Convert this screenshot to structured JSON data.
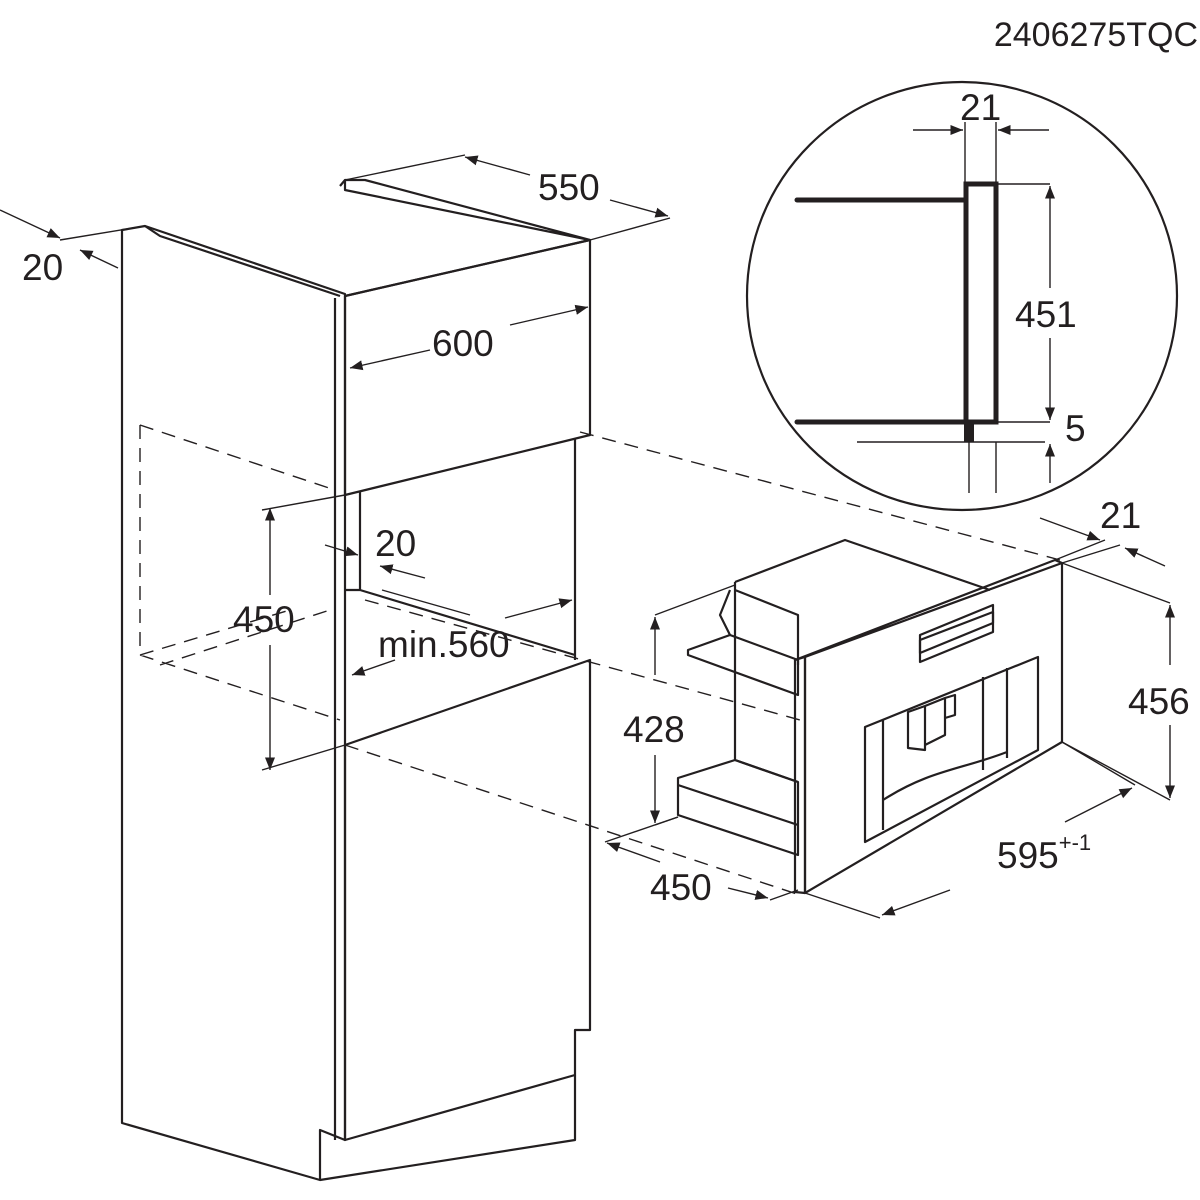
{
  "drawing_code": "2406275TQC",
  "dimensions": {
    "cabinet_depth": "550",
    "side_thickness": "20",
    "cabinet_width": "600",
    "niche_height": "450",
    "niche_side_gap": "20",
    "niche_width": "min.560",
    "appliance_height_body": "428",
    "appliance_depth": "450",
    "appliance_width": "595",
    "appliance_width_tolerance": "+-1",
    "appliance_height_front": "456",
    "front_offset": "21",
    "detail_front_thickness": "21",
    "detail_front_height": "451",
    "detail_gap": "5"
  },
  "colors": {
    "line": "#231f20",
    "background": "#ffffff"
  }
}
